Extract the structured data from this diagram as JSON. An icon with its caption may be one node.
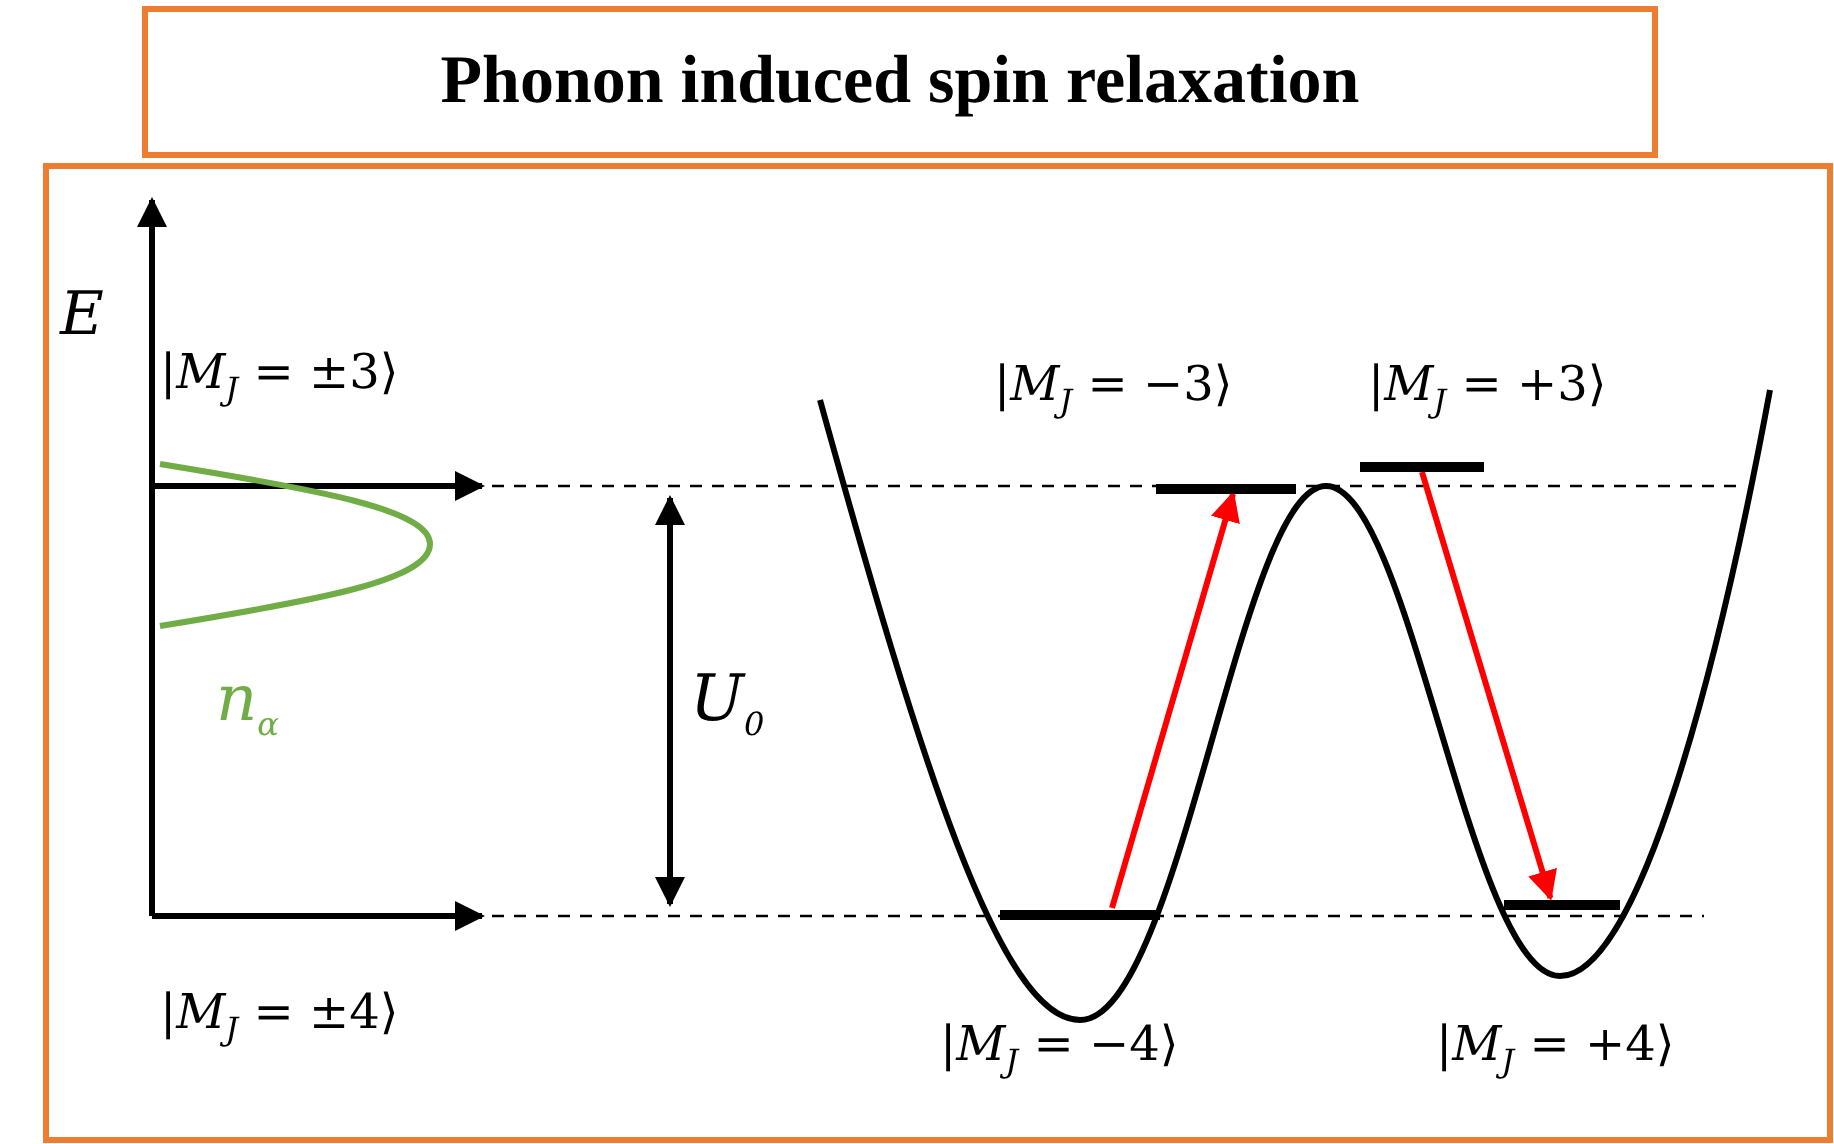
{
  "diagram": {
    "title": "Phonon induced spin relaxation",
    "nodes": [
      {
        "text": [],
        "shape": "bar",
        "beside": [
          "|*M*$_{J}$ = −3⟩"
        ]
      },
      {
        "text": [],
        "shape": "bar",
        "beside": [
          "|*M*$_{J}$ = +3⟩"
        ]
      },
      {
        "text": [],
        "shape": "bar",
        "beside": [
          "|*M*$_{J}$ = −4⟩"
        ]
      },
      {
        "text": [],
        "shape": "bar",
        "beside": [
          "|*M*$_{J}$ = +4⟩"
        ]
      }
    ],
    "edges": [
      {
        "from": 2,
        "to": 0,
        "arrow": "to"
      },
      {
        "from": 1,
        "to": 3,
        "arrow": "to"
      }
    ],
    "labels": [
      "E",
      "|*M*$_{J}$ = ±3⟩",
      "*n*$_{α}$",
      "*U*$_{0}$",
      "|*M*$_{J}$ = ±4⟩"
    ]
  }
}
